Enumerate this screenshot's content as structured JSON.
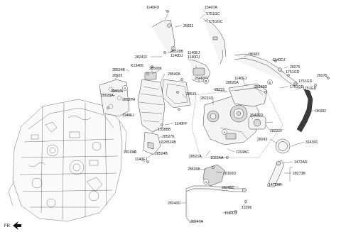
{
  "diagram": {
    "corner_label": "FR.",
    "parts": [
      {
        "id": "p1140FD",
        "label": "1140FD"
      },
      {
        "id": "p1540TA",
        "label": "1540TA"
      },
      {
        "id": "p1751GC_a",
        "label": "1751GC"
      },
      {
        "id": "p1751GC_b",
        "label": "1751GC"
      },
      {
        "id": "p26831",
        "label": "26831"
      },
      {
        "id": "p28241F",
        "label": "28241F"
      },
      {
        "id": "p28528B",
        "label": "28528B"
      },
      {
        "id": "p1140DJ_a",
        "label": "1140DJ"
      },
      {
        "id": "p1140EJ_a",
        "label": "1140EJ"
      },
      {
        "id": "p1140DJ_b",
        "label": "1140DJ"
      },
      {
        "id": "p25460O",
        "label": "25460O"
      },
      {
        "id": "pK13465",
        "label": "K13465"
      },
      {
        "id": "p28500K",
        "label": "28500K"
      },
      {
        "id": "p28524B_a",
        "label": "28524B"
      },
      {
        "id": "p28540A",
        "label": "28540A"
      },
      {
        "id": "p28525",
        "label": "28525"
      },
      {
        "id": "p1140JA",
        "label": "1140JA"
      },
      {
        "id": "p28529A",
        "label": "28529A"
      },
      {
        "id": "p28527H",
        "label": "28527H"
      },
      {
        "id": "p1140EJ_b",
        "label": "1140EJ"
      },
      {
        "id": "p0K683",
        "label": "0K683"
      },
      {
        "id": "p1140DJ_c",
        "label": "1140DJ"
      },
      {
        "id": "p28275_a",
        "label": "28275"
      },
      {
        "id": "p1751GD_a",
        "label": "1751GD"
      },
      {
        "id": "p1140EJ_c",
        "label": "1140EJ"
      },
      {
        "id": "p28525A",
        "label": "28525A"
      },
      {
        "id": "p28275_b",
        "label": "28275"
      },
      {
        "id": "p1751GD_b",
        "label": "1751GD"
      },
      {
        "id": "p28165D_a",
        "label": "28165D"
      },
      {
        "id": "p1751GD_c",
        "label": "1751GD"
      },
      {
        "id": "p1751GD_d",
        "label": "1751GD"
      },
      {
        "id": "p28515",
        "label": "28515"
      },
      {
        "id": "p28231",
        "label": "28231"
      },
      {
        "id": "p28231D",
        "label": "28231D"
      },
      {
        "id": "p0K682",
        "label": "0K682"
      },
      {
        "id": "p39400D",
        "label": "39400D"
      },
      {
        "id": "p1140FF",
        "label": "1140FF"
      },
      {
        "id": "p1338BB",
        "label": "1338BB"
      },
      {
        "id": "p28527K",
        "label": "28527K"
      },
      {
        "id": "p28221F",
        "label": "28221F"
      },
      {
        "id": "p28524B_b",
        "label": "28524B"
      },
      {
        "id": "p28243",
        "label": "28243"
      },
      {
        "id": "p31430C",
        "label": "31430C"
      },
      {
        "id": "p28165C",
        "label": "28165C"
      },
      {
        "id": "p28524B_c",
        "label": "28524B"
      },
      {
        "id": "p1153AC",
        "label": "1153AC"
      },
      {
        "id": "p28521A",
        "label": "28521A"
      },
      {
        "id": "p1140EJ_d",
        "label": "1140EJ"
      },
      {
        "id": "p1022AA",
        "label": "1022AA"
      },
      {
        "id": "p1472AR_a",
        "label": "1472AR"
      },
      {
        "id": "p28526B",
        "label": "28526B"
      },
      {
        "id": "p28165D_b",
        "label": "28165D"
      },
      {
        "id": "p28273B",
        "label": "28273B"
      },
      {
        "id": "p28246C",
        "label": "28246C"
      },
      {
        "id": "p1472AR_b",
        "label": "1472AR"
      },
      {
        "id": "p28240C",
        "label": "28240C"
      },
      {
        "id": "p13396",
        "label": "13396"
      },
      {
        "id": "p1140DJ_d",
        "label": "1140DJ"
      },
      {
        "id": "p28247A",
        "label": "28247A"
      }
    ],
    "callouts": [
      {
        "id": "cA1",
        "label": "A"
      },
      {
        "id": "cB1",
        "label": "B"
      },
      {
        "id": "cA2",
        "label": "A"
      },
      {
        "id": "cB2",
        "label": "B"
      },
      {
        "id": "cA3",
        "label": "A"
      }
    ]
  }
}
